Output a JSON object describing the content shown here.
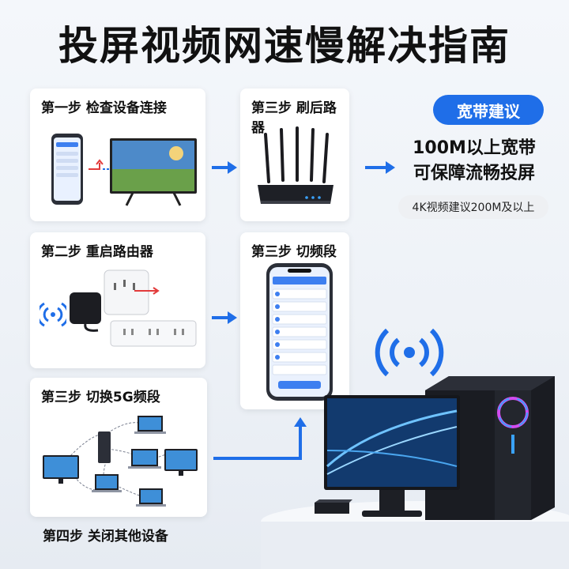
{
  "title": "投屏视频网速慢解决指南",
  "steps": {
    "step1": "第一步 检查设备连接",
    "step2": "第二步 重启路由器",
    "step3_router": "第三步 刷后路器",
    "step3_phone": "第三步 切频段",
    "step3_5g": "第三步 切换5G频段",
    "step4": "第四步 关闭其他设备"
  },
  "recommendation": {
    "badge": "宽带建议",
    "line1": "100M以上宽带",
    "line2": "可保障流畅投屏",
    "sub": "4K视频建议200M及以上"
  },
  "colors": {
    "accent": "#1f6ee8",
    "arrow": "#1f6ee8"
  },
  "icons": [
    "phone-icon",
    "tv-icon",
    "router-icon",
    "plug-icon",
    "power-strip-icon",
    "wifi-signal-icon",
    "laptop-icon",
    "desktop-icon",
    "monitor-icon",
    "pc-tower-icon"
  ]
}
